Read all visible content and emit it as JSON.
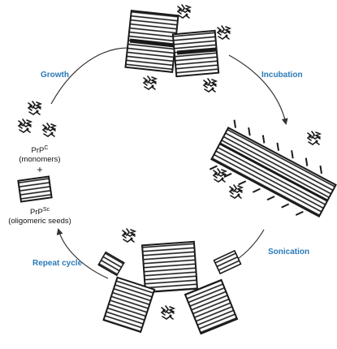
{
  "cycle": {
    "steps": {
      "growth": "Growth",
      "incubation": "Incubation",
      "sonication": "Sonication",
      "repeat": "Repeat cycle"
    },
    "reagents": {
      "prpc_main": "PrP",
      "prpc_sup": "C",
      "prpc_desc": "(monomers)",
      "plus": "+",
      "prpsc_main": "PrP",
      "prpsc_sup": "Sc",
      "prpsc_desc": "(oligomeric seeds)"
    }
  },
  "colors": {
    "step_label": "#2a7ab8",
    "structure": "#1a1a1a",
    "arrow": "#333333"
  },
  "icons": {
    "monomer": "protein-monomer-icon",
    "fibril": "amyloid-fibril-icon"
  }
}
